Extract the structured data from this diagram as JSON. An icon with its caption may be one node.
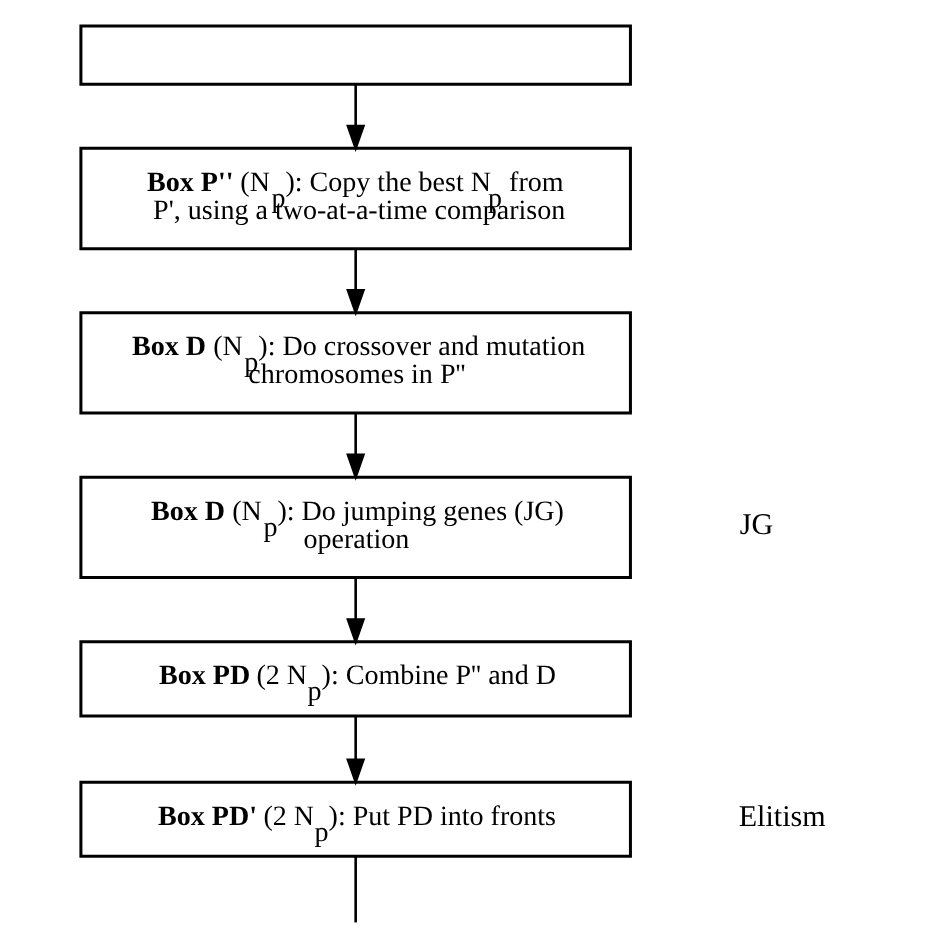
{
  "diagram": {
    "nodes": [
      {
        "text": [],
        "shape": "box"
      },
      {
        "text": [
          "**Box P''** (N$_{p}$): Copy the best N$_{p}$ from P', using a two-at-a-time comparison"
        ]
      },
      {
        "text": [
          "**Box D** (N$_{p}$): Do crossover and mutation chromosomes in P''"
        ]
      },
      {
        "text": [
          "**Box D** (N$_{p}$): Do jumping genes (JG) operation"
        ]
      },
      {
        "text": [
          "**Box PD** (2 N$_{p}$): Combine P'' and D"
        ]
      },
      {
        "text": [
          "**Box PD'** (2 N$_{p}$): Put PD into fronts"
        ]
      }
    ],
    "edges": [
      {
        "from": 0,
        "to": 1,
        "arrow": "to"
      },
      {
        "from": 1,
        "to": 2,
        "arrow": "to"
      },
      {
        "from": 2,
        "to": 3,
        "arrow": "to"
      },
      {
        "from": 3,
        "to": 4,
        "arrow": "to"
      },
      {
        "from": 4,
        "to": 5,
        "arrow": "to"
      },
      {
        "from": 5,
        "to": null,
        "arrow": "none"
      }
    ],
    "labels": [
      "JG",
      "Elitism"
    ]
  }
}
